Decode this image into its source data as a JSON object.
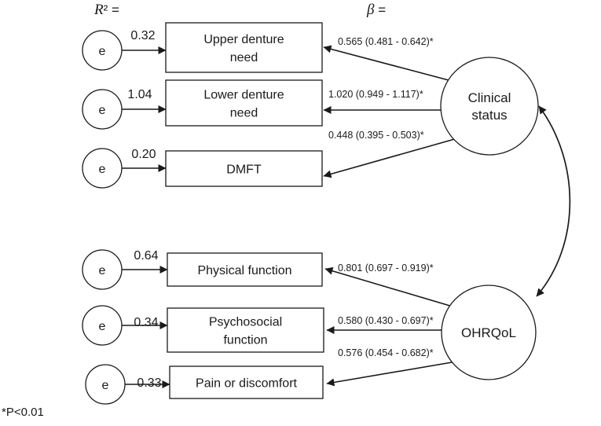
{
  "headers": {
    "r2_symbol": "R",
    "r2_suffix": "² =",
    "beta_symbol": "β",
    "beta_suffix": " ="
  },
  "latent": [
    {
      "id": "clinical",
      "lines": [
        "Clinical",
        "status"
      ]
    },
    {
      "id": "ohrqol",
      "lines": [
        "OHRQoL"
      ]
    }
  ],
  "indicators": [
    {
      "id": "upper",
      "lines": [
        "Upper denture",
        "need"
      ],
      "error_label": "e",
      "r2": "0.32",
      "beta": "0.565 (0.481 -  0.642)*",
      "latent": "clinical"
    },
    {
      "id": "lower",
      "lines": [
        "Lower denture",
        "need"
      ],
      "error_label": "e",
      "r2": "1.04",
      "beta": "1.020 (0.949 - 1.117)*",
      "latent": "clinical"
    },
    {
      "id": "dmft",
      "lines": [
        "DMFT"
      ],
      "error_label": "e",
      "r2": "0.20",
      "beta": "0.448 (0.395 - 0.503)*",
      "latent": "clinical"
    },
    {
      "id": "physical",
      "lines": [
        "Physical function"
      ],
      "error_label": "e",
      "r2": "0.64",
      "beta": "0.801  (0.697 - 0.919)*",
      "latent": "ohrqol"
    },
    {
      "id": "psychosocial",
      "lines": [
        "Psychosocial",
        "function"
      ],
      "error_label": "e",
      "r2": "0.34",
      "beta": "0.580 (0.430 - 0.697)*",
      "latent": "ohrqol"
    },
    {
      "id": "pain",
      "lines": [
        "Pain or discomfort"
      ],
      "error_label": "e",
      "r2": "0.33",
      "beta": "0.576 (0.454 - 0.682)*",
      "latent": "ohrqol"
    }
  ],
  "footnote": "*P<0.01"
}
